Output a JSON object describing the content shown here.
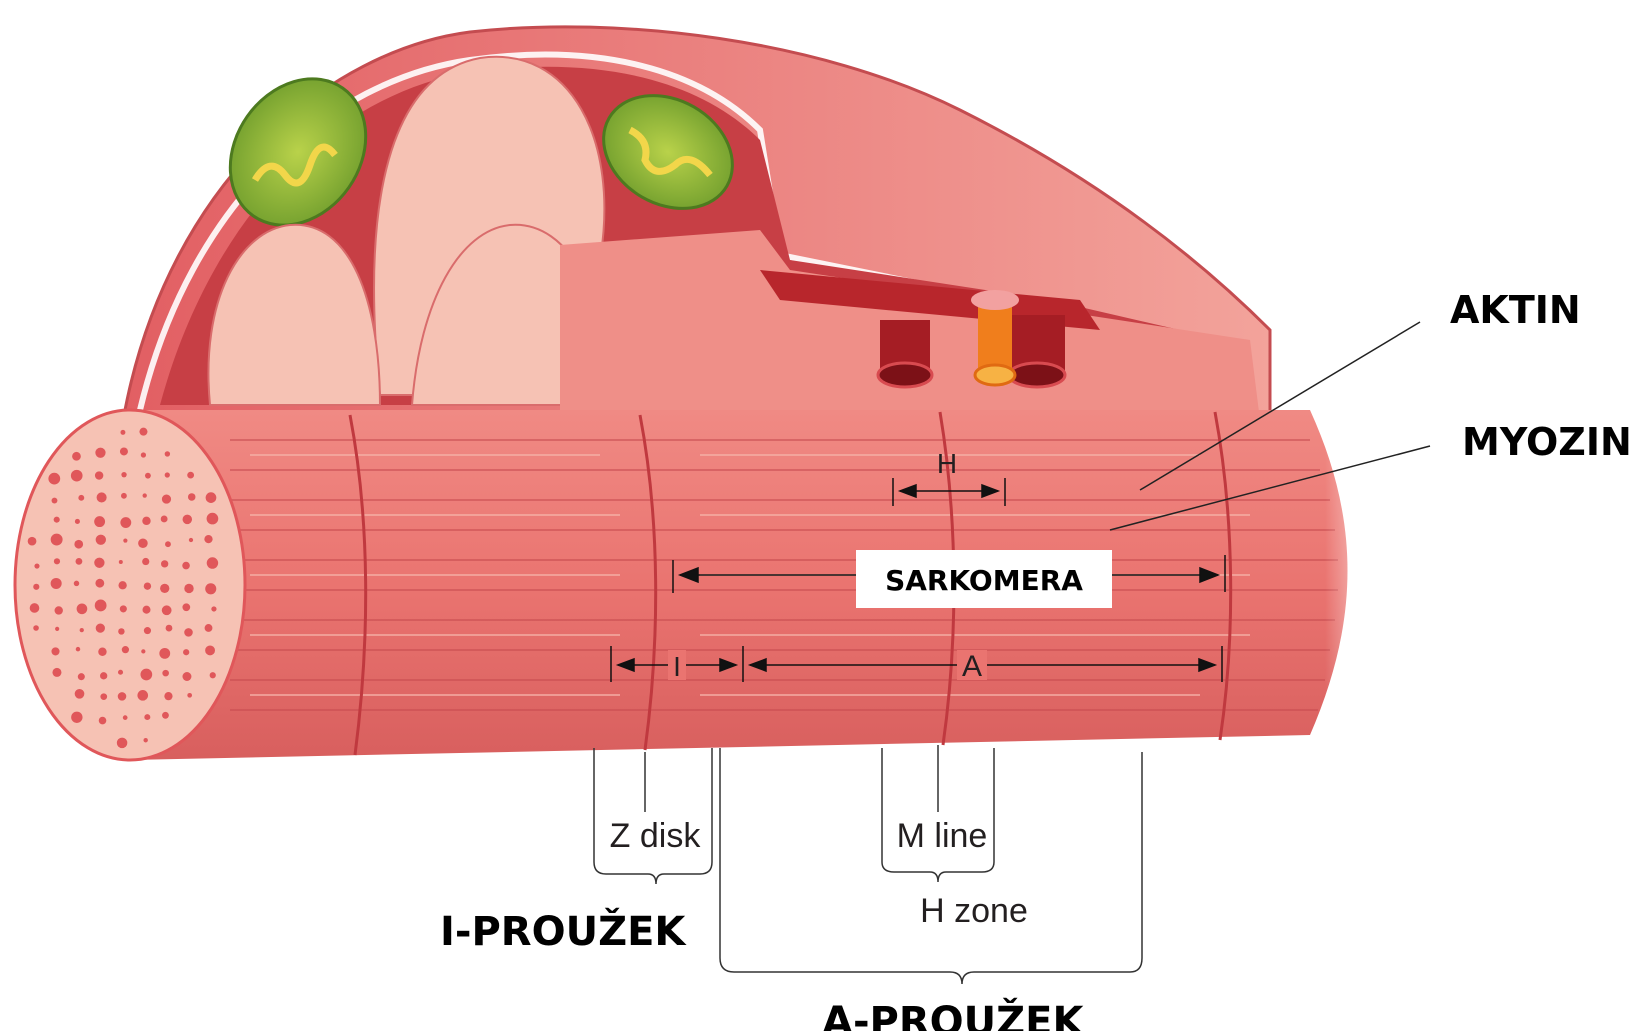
{
  "labels": {
    "aktin": "AKTIN",
    "myozin": "MYOZIN",
    "sarkomera": "SARKOMERA",
    "h": "H",
    "a": "A",
    "i": "I",
    "z_disk": "Z disk",
    "m_line": "M line",
    "h_zone": "H zone",
    "i_prouzek": "I-PROUŽEK",
    "a_prouzek": "A-PROUŽEK"
  },
  "colors": {
    "muscle": "#e8706f",
    "muscle_light": "#f5b4a8",
    "cross_section": "#f6c2b4",
    "dots": "#e0575a",
    "mitochondria": "#8ab83a",
    "vessel": "#a51d24",
    "nerve": "#f07e1c"
  }
}
